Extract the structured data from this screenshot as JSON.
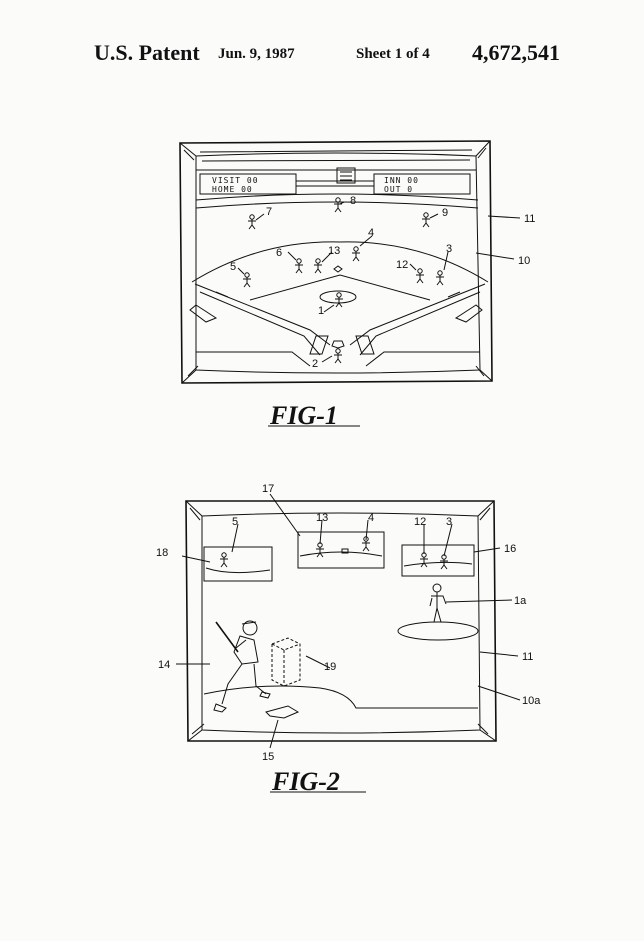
{
  "header": {
    "patent_label": "U.S. Patent",
    "date": "Jun. 9, 1987",
    "sheet": "Sheet 1 of 4",
    "patent_number": "4,672,541"
  },
  "fig1": {
    "caption": "FIG-1",
    "scoreboard_left": [
      "VISIT 00",
      "HOME 00"
    ],
    "scoreboard_right": [
      "INN 00",
      "OUT 0"
    ],
    "labels": [
      "1",
      "2",
      "3",
      "4",
      "5",
      "6",
      "7",
      "8",
      "9",
      "10",
      "11",
      "12",
      "13"
    ]
  },
  "fig2": {
    "caption": "FIG-2",
    "labels": [
      "3",
      "4",
      "5",
      "10a",
      "11",
      "12",
      "13",
      "14",
      "15",
      "16",
      "17",
      "18",
      "19",
      "1a"
    ]
  }
}
